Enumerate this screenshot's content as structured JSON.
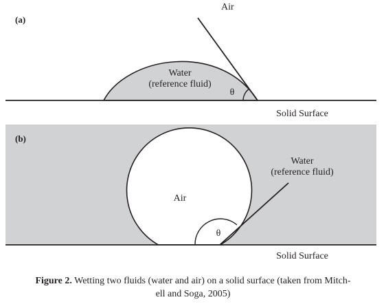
{
  "panel_a": {
    "label": "(a)",
    "top_fluid": "Air",
    "drop_label_1": "Water",
    "drop_label_2": "(reference fluid)",
    "angle_symbol": "θ",
    "surface_label": "Solid Surface"
  },
  "panel_b": {
    "label": "(b)",
    "bubble_label": "Air",
    "fluid_label_1": "Water",
    "fluid_label_2": "(reference fluid)",
    "angle_symbol": "θ",
    "surface_label": "Solid Surface"
  },
  "colors": {
    "fill": "#d1d2d4",
    "stroke": "#231f20",
    "background": "#ffffff"
  },
  "caption": {
    "label": "Figure 2.",
    "text": "Wetting two fluids (water and air) on a solid surface (taken from Mitch-",
    "text2": "ell and Soga, 2005)"
  }
}
